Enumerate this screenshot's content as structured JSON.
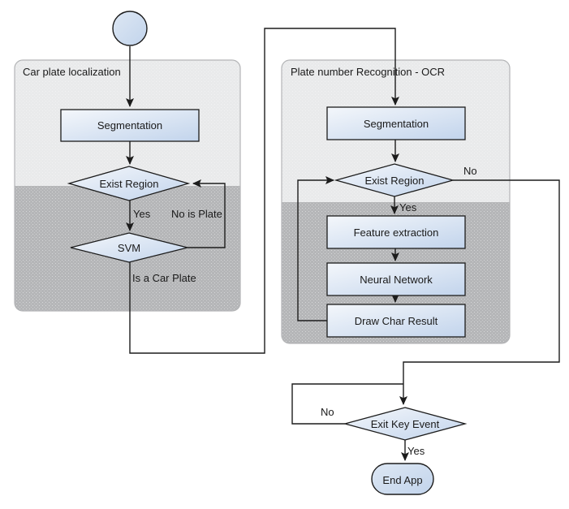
{
  "diagram": {
    "type": "flowchart",
    "containers": [
      {
        "title": "Car plate localization"
      },
      {
        "title": "Plate number Recognition - OCR"
      }
    ],
    "nodes": {
      "start": "",
      "seg_left": "Segmentation",
      "exist_left": "Exist Region",
      "svm": "SVM",
      "seg_right": "Segmentation",
      "exist_right": "Exist Region",
      "feature": "Feature extraction",
      "neural": "Neural Network",
      "draw_char": "Draw Char Result",
      "exit_key": "Exit Key Event",
      "end_app": "End App"
    },
    "edge_labels": {
      "exist_left_yes": "Yes",
      "exist_left_no": "No is Plate",
      "svm_out": "Is a Car Plate",
      "exist_right_no": "No",
      "exist_right_yes": "Yes",
      "exit_no": "No",
      "exit_yes": "Yes"
    },
    "colors": {
      "node_fill_top": "#f4f7fb",
      "node_fill_bottom": "#c2d4ec",
      "node_border": "#1c1c1c",
      "container_light": "#e9eaeb",
      "container_dark": "#b5b6b8",
      "container_border": "#b4b5b7",
      "edge": "#1c1c1c",
      "text": "#1a1a1a"
    }
  }
}
